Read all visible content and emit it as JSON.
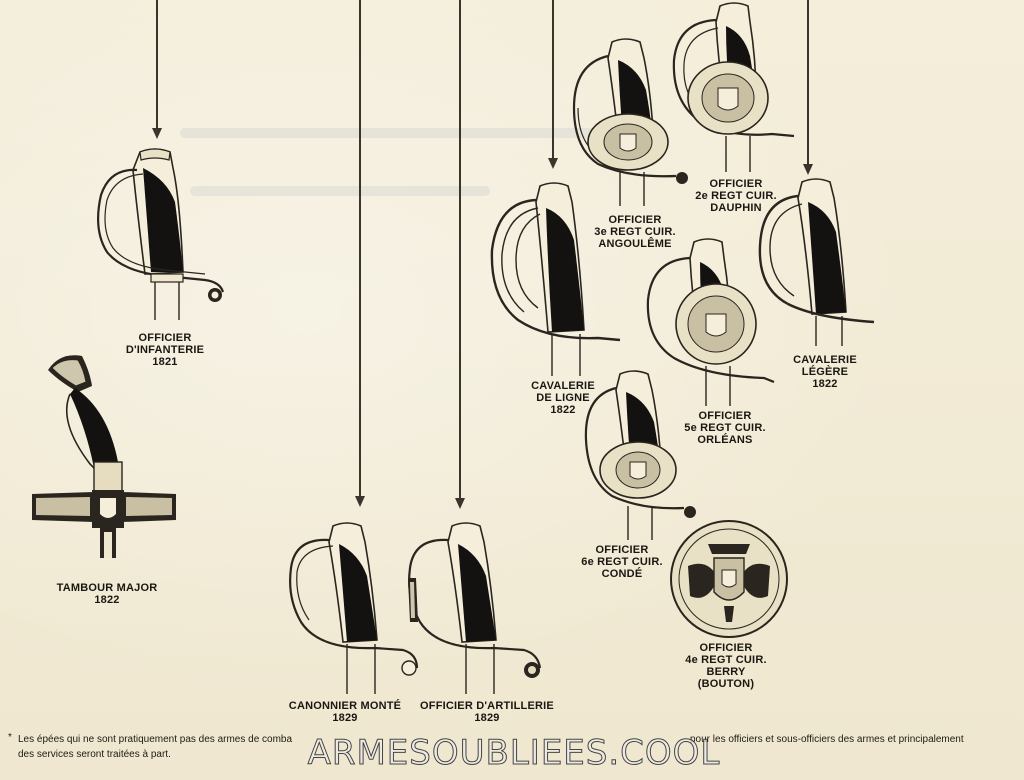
{
  "captions": {
    "officier_infanterie": [
      "OFFICIER",
      "D'INFANTERIE",
      "1821"
    ],
    "tambour_major": [
      "TAMBOUR MAJOR",
      "1822"
    ],
    "canonnier_monte": [
      "CANONNIER MONTÉ",
      "1829"
    ],
    "officier_artillerie": [
      "OFFICIER D'ARTILLERIE",
      "1829"
    ],
    "cavalerie_ligne": [
      "CAVALERIE",
      "DE LIGNE",
      "1822"
    ],
    "officier_3e_cuir": [
      "OFFICIER",
      "3e REGT CUIR.",
      "ANGOULÊME"
    ],
    "officier_2e_cuir": [
      "OFFICIER",
      "2e REGT CUIR.",
      "DAUPHIN"
    ],
    "cavalerie_legere": [
      "CAVALERIE",
      "LÉGÈRE",
      "1822"
    ],
    "officier_5e_cuir": [
      "OFFICIER",
      "5e REGT CUIR.",
      "ORLÉANS"
    ],
    "officier_6e_cuir": [
      "OFFICIER",
      "6e REGT CUIR.",
      "CONDÉ"
    ],
    "officier_4e_cuir": [
      "OFFICIER",
      "4e REGT CUIR.",
      "BERRY",
      "(BOUTON)"
    ]
  },
  "footnote": {
    "marker": "*",
    "line1": "Les épées qui ne sont pratiquement pas des armes de comba",
    "line1_right": "pour les officiers et sous-officiers des armes et principalement",
    "line2": "des services seront traitées à part."
  },
  "watermark": "ARMESOUBLIEES.COOL",
  "colors": {
    "paper": "#f1ead3",
    "ink": "#1a1712",
    "grip": "#141210"
  }
}
